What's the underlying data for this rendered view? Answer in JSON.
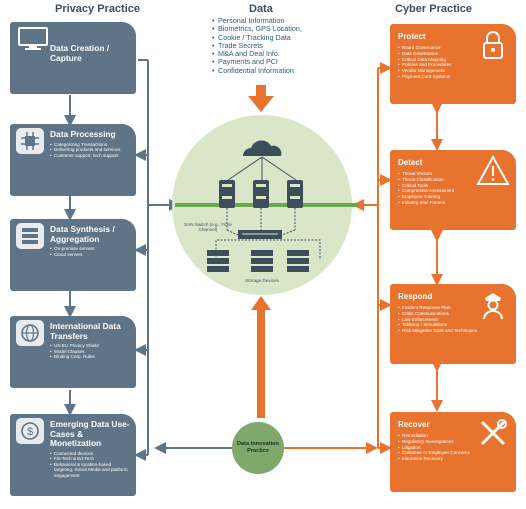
{
  "headings": {
    "privacy": "Privacy Practice",
    "data": "Data",
    "cyber": "Cyber Practice"
  },
  "data_items": [
    "Personal Information",
    "Biometrics, GPS Location,",
    "Cookie / Tracking Data",
    "Trade Secrets",
    "M&A and Deal Info.",
    "Payments and PCI",
    "Confidential Information"
  ],
  "privacy": [
    {
      "title": "Data Creation / Capture",
      "icon": "monitor-icon",
      "bullets": []
    },
    {
      "title": "Data Processing",
      "icon": "chip-icon",
      "bullets": [
        "Categorizing Transactions",
        "Delivering products and services",
        "Customer support, tech support"
      ]
    },
    {
      "title": "Data Synthesis / Aggregation",
      "icon": "server-stack-icon",
      "bullets": [
        "On-premise servers",
        "Cloud servers"
      ]
    },
    {
      "title": "International Data Transfers",
      "icon": "globe-icon",
      "bullets": [
        "US-EU Privacy Shield",
        "Model Clauses",
        "Binding Corp. Rules"
      ]
    },
    {
      "title": "Emerging Data Use-Cases & Monetization",
      "icon": "money-icon",
      "bullets": [
        "Connected devices",
        "Fin-Tech & Ed-Tech",
        "Behavioral & location-based targeting, Social Media and platform engagement"
      ]
    }
  ],
  "cyber": [
    {
      "title": "Protect",
      "icon": "lock-icon",
      "bullets": [
        "Board Governance",
        "Data Governance",
        "Critical Data Mapping",
        "Policies and Procedures",
        "Vendor Management",
        "Payment Card Systems"
      ]
    },
    {
      "title": "Detect",
      "icon": "warning-icon",
      "bullets": [
        "Threat Vectors",
        "Threat Classification",
        "Critical Tools",
        "Compromise Assessment",
        "Employee Training",
        "Industry Intel Forums"
      ]
    },
    {
      "title": "Respond",
      "icon": "officer-icon",
      "bullets": [
        "Incident Response Plan",
        "Crisis Communications",
        "Law Enforcement",
        "Tabletop / Simulations",
        "Risk Mitigation Tools and Techniques"
      ]
    },
    {
      "title": "Recover",
      "icon": "tools-icon",
      "bullets": [
        "Remediation",
        "Regulatory Investigations",
        "Litigation",
        "Customer or Employee Concerns",
        "Insurance Recovery"
      ]
    }
  ],
  "center": {
    "san_switch_label": "SAN Switch (e.g., Fibre Channel)",
    "storage_label": "Storage Devices",
    "innovation_label": "Data Innovation Practice"
  },
  "colors": {
    "privacy_box": "#5f7486",
    "cyber_box": "#e8732f",
    "center_circle": "#d9e7c8",
    "innovation_circle": "#7fa86a",
    "green_line": "#6aaa4f"
  }
}
